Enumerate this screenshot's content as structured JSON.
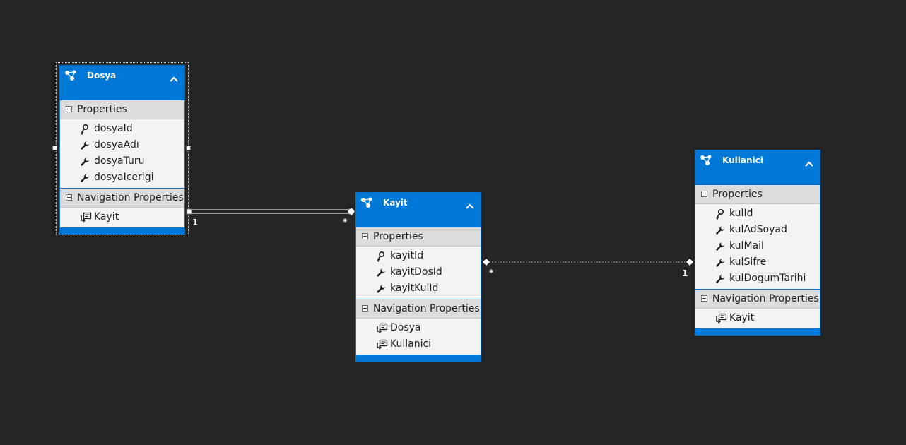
{
  "entities": {
    "dosya": {
      "name": "Dosya",
      "sections": [
        {
          "label": "Properties",
          "items": [
            {
              "name": "dosyaId",
              "icon": "key-icon"
            },
            {
              "name": "dosyaAdı",
              "icon": "wrench-icon"
            },
            {
              "name": "dosyaTuru",
              "icon": "wrench-icon"
            },
            {
              "name": "dosyaIcerigi",
              "icon": "wrench-icon"
            }
          ]
        },
        {
          "label": "Navigation Properties",
          "items": [
            {
              "name": "Kayit",
              "icon": "navigation-property-icon"
            }
          ]
        }
      ]
    },
    "kayit": {
      "name": "Kayit",
      "sections": [
        {
          "label": "Properties",
          "items": [
            {
              "name": "kayitId",
              "icon": "key-icon"
            },
            {
              "name": "kayitDosId",
              "icon": "wrench-icon"
            },
            {
              "name": "kayitKulId",
              "icon": "wrench-icon"
            }
          ]
        },
        {
          "label": "Navigation Properties",
          "items": [
            {
              "name": "Dosya",
              "icon": "navigation-property-icon"
            },
            {
              "name": "Kullanici",
              "icon": "navigation-property-icon"
            }
          ]
        }
      ]
    },
    "kullanici": {
      "name": "Kullanici",
      "sections": [
        {
          "label": "Properties",
          "items": [
            {
              "name": "kulId",
              "icon": "key-icon"
            },
            {
              "name": "kulAdSoyad",
              "icon": "wrench-icon"
            },
            {
              "name": "kulMail",
              "icon": "wrench-icon"
            },
            {
              "name": "kulSifre",
              "icon": "wrench-icon"
            },
            {
              "name": "kulDogumTarihi",
              "icon": "wrench-icon"
            }
          ]
        },
        {
          "label": "Navigation Properties",
          "items": [
            {
              "name": "Kayit",
              "icon": "navigation-property-icon"
            }
          ]
        }
      ]
    }
  },
  "associations": {
    "dosya_kayit": {
      "end1_multiplicity": "1",
      "end2_multiplicity": "*"
    },
    "kayit_kullanici": {
      "end1_multiplicity": "*",
      "end2_multiplicity": "1"
    }
  },
  "colors": {
    "canvas": "#252526",
    "header": "#0078d7",
    "section": "#dcdcdc",
    "body": "#f3f3f3"
  }
}
